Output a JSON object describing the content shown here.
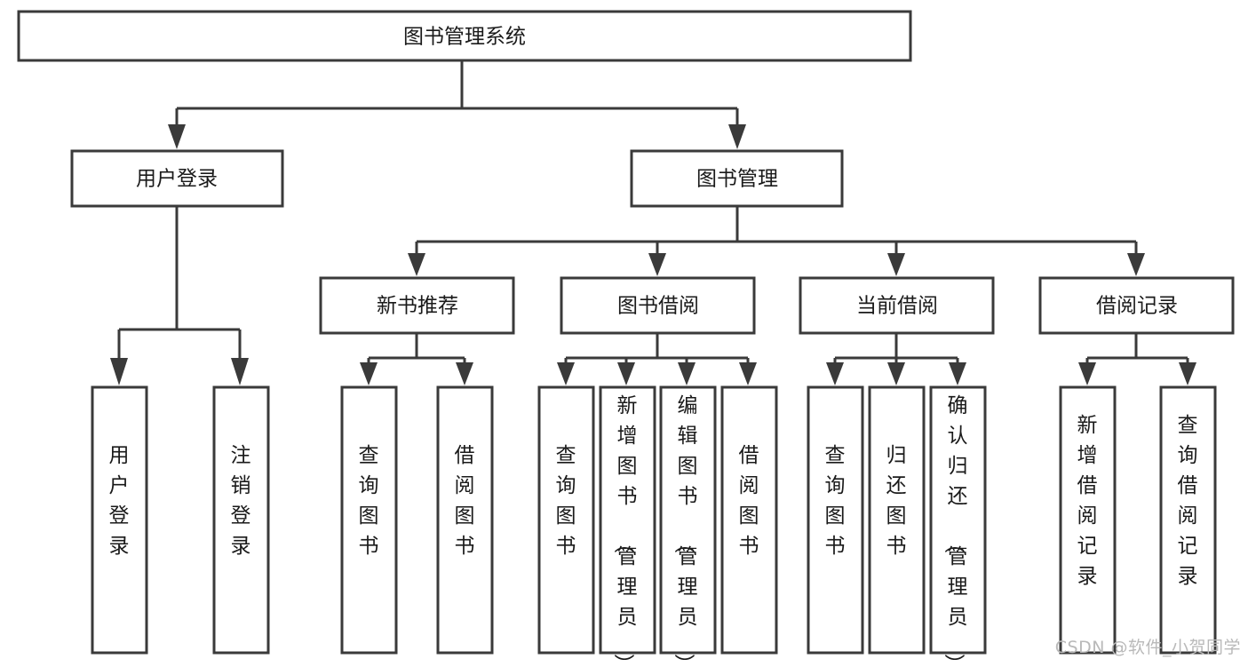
{
  "diagram": {
    "type": "tree",
    "title": "图书管理系统",
    "watermark": "CSDN @软件_小贺同学",
    "colors": {
      "box_stroke": "#3a3a3a",
      "box_fill": "#ffffff",
      "text": "#1a1a1a",
      "connector": "#3a3a3a",
      "watermark": "#b9b9b9",
      "background": "#ffffff"
    },
    "nodes": {
      "root": {
        "label": "图书管理系统"
      },
      "level2": [
        {
          "label": "用户登录"
        },
        {
          "label": "图书管理"
        }
      ],
      "level3": [
        {
          "label": "新书推荐"
        },
        {
          "label": "图书借阅"
        },
        {
          "label": "当前借阅"
        },
        {
          "label": "借阅记录"
        }
      ],
      "leaves": {
        "user_login": [
          {
            "label": "用户登录"
          },
          {
            "label": "注销登录"
          }
        ],
        "new_book": [
          {
            "label": "查询图书"
          },
          {
            "label": "借阅图书"
          }
        ],
        "book_borrow": [
          {
            "label": "查询图书"
          },
          {
            "label": "新增图书（管理员）"
          },
          {
            "label": "编辑图书（管理员）"
          },
          {
            "label": "借阅图书"
          }
        ],
        "current_borrow": [
          {
            "label": "查询图书"
          },
          {
            "label": "归还图书"
          },
          {
            "label": "确认归还（管理员）"
          }
        ],
        "borrow_record": [
          {
            "label": "新增借阅记录"
          },
          {
            "label": "查询借阅记录"
          }
        ]
      }
    }
  }
}
